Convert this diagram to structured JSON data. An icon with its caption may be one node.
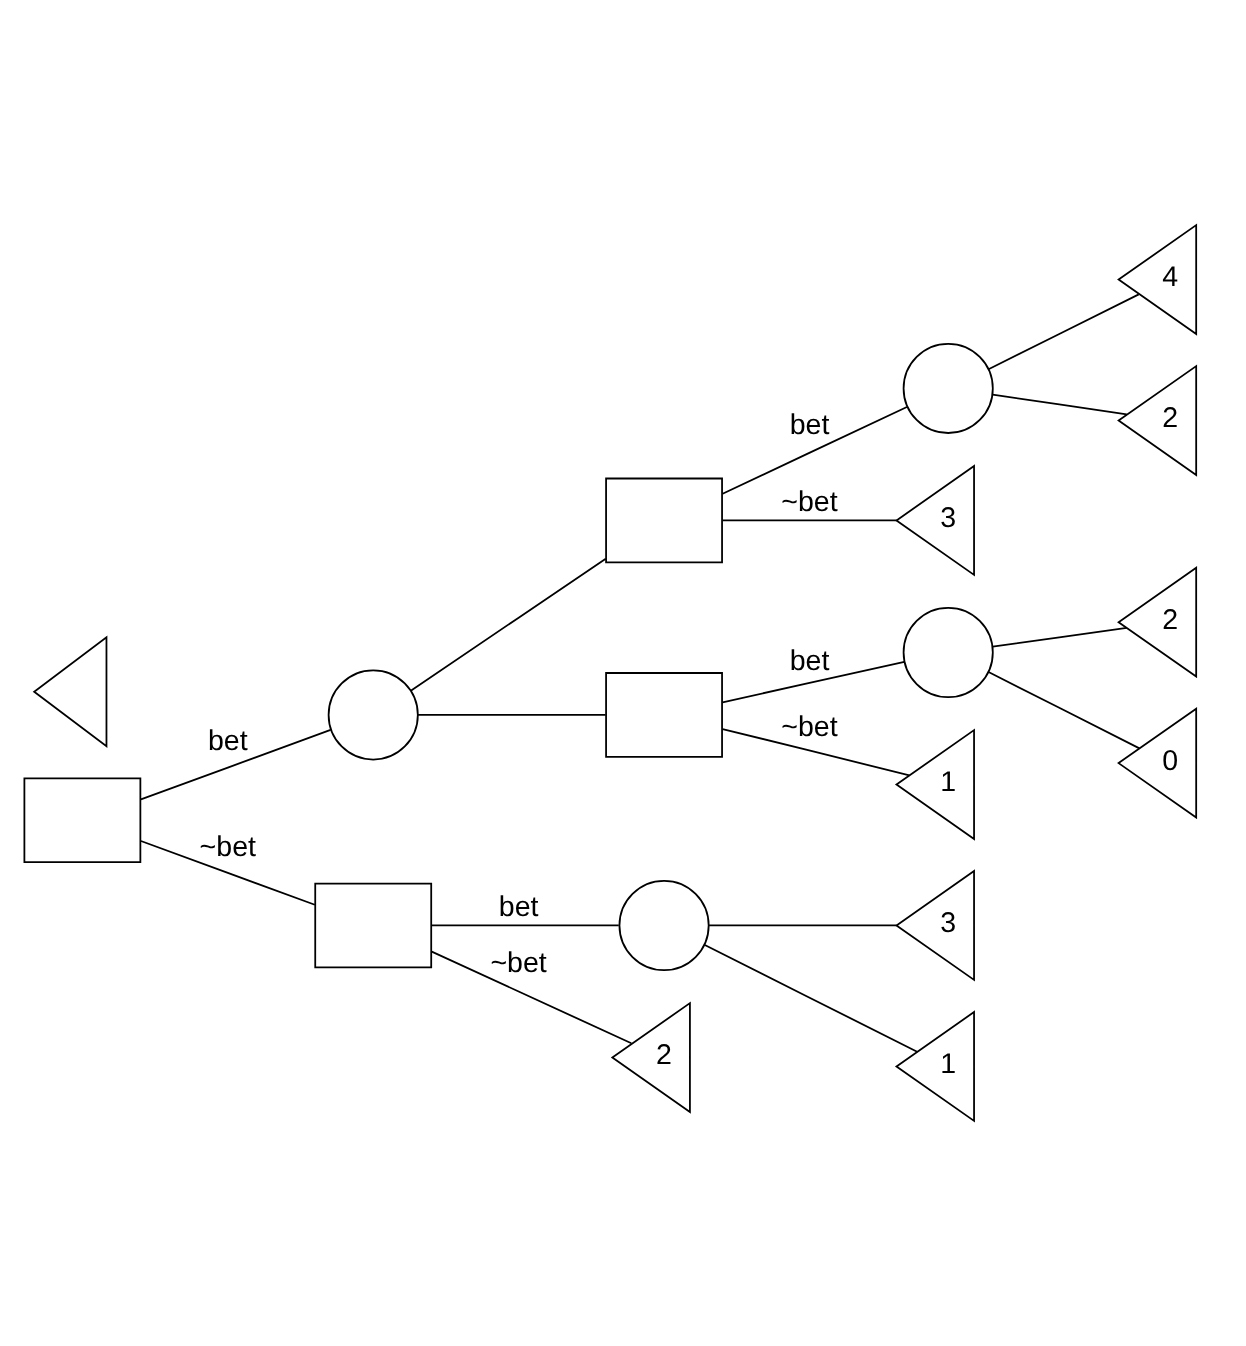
{
  "diagram": {
    "nodes": [
      {
        "text": [],
        "shape": "box"
      },
      {
        "text": [],
        "shape": "circle"
      },
      {
        "text": [],
        "shape": "box"
      },
      {
        "text": [],
        "shape": "circle"
      },
      {
        "text": [
          "4"
        ]
      },
      {
        "text": [
          "2"
        ]
      },
      {
        "text": [
          "3"
        ]
      },
      {
        "text": [],
        "shape": "box"
      },
      {
        "text": [],
        "shape": "circle"
      },
      {
        "text": [
          "2"
        ]
      },
      {
        "text": [
          "0"
        ]
      },
      {
        "text": [
          "1"
        ]
      },
      {
        "text": [],
        "shape": "box"
      },
      {
        "text": [],
        "shape": "circle"
      },
      {
        "text": [
          "3"
        ]
      },
      {
        "text": [
          "1"
        ]
      },
      {
        "text": [
          "2"
        ]
      },
      {
        "text": [],
        "shape": "triangle"
      }
    ],
    "edges": [
      {
        "from": 0,
        "to": 1,
        "arrow": "none",
        "label": "bet"
      },
      {
        "from": 1,
        "to": 2,
        "arrow": "none"
      },
      {
        "from": 2,
        "to": 3,
        "arrow": "none",
        "label": "bet"
      },
      {
        "from": 3,
        "to": 4,
        "arrow": "none"
      },
      {
        "from": 3,
        "to": 5,
        "arrow": "none"
      },
      {
        "from": 2,
        "to": 6,
        "arrow": "none",
        "label": "~bet"
      },
      {
        "from": 1,
        "to": 7,
        "arrow": "none"
      },
      {
        "from": 7,
        "to": 8,
        "arrow": "none",
        "label": "bet"
      },
      {
        "from": 8,
        "to": 9,
        "arrow": "none"
      },
      {
        "from": 8,
        "to": 10,
        "arrow": "none"
      },
      {
        "from": 7,
        "to": 11,
        "arrow": "none",
        "label": "~bet"
      },
      {
        "from": 0,
        "to": 12,
        "arrow": "none",
        "label": "~bet"
      },
      {
        "from": 12,
        "to": 13,
        "arrow": "none",
        "label": "bet"
      },
      {
        "from": 13,
        "to": 14,
        "arrow": "none"
      },
      {
        "from": 13,
        "to": 15,
        "arrow": "none"
      },
      {
        "from": 12,
        "to": 16,
        "arrow": "none",
        "label": "~bet"
      }
    ]
  }
}
